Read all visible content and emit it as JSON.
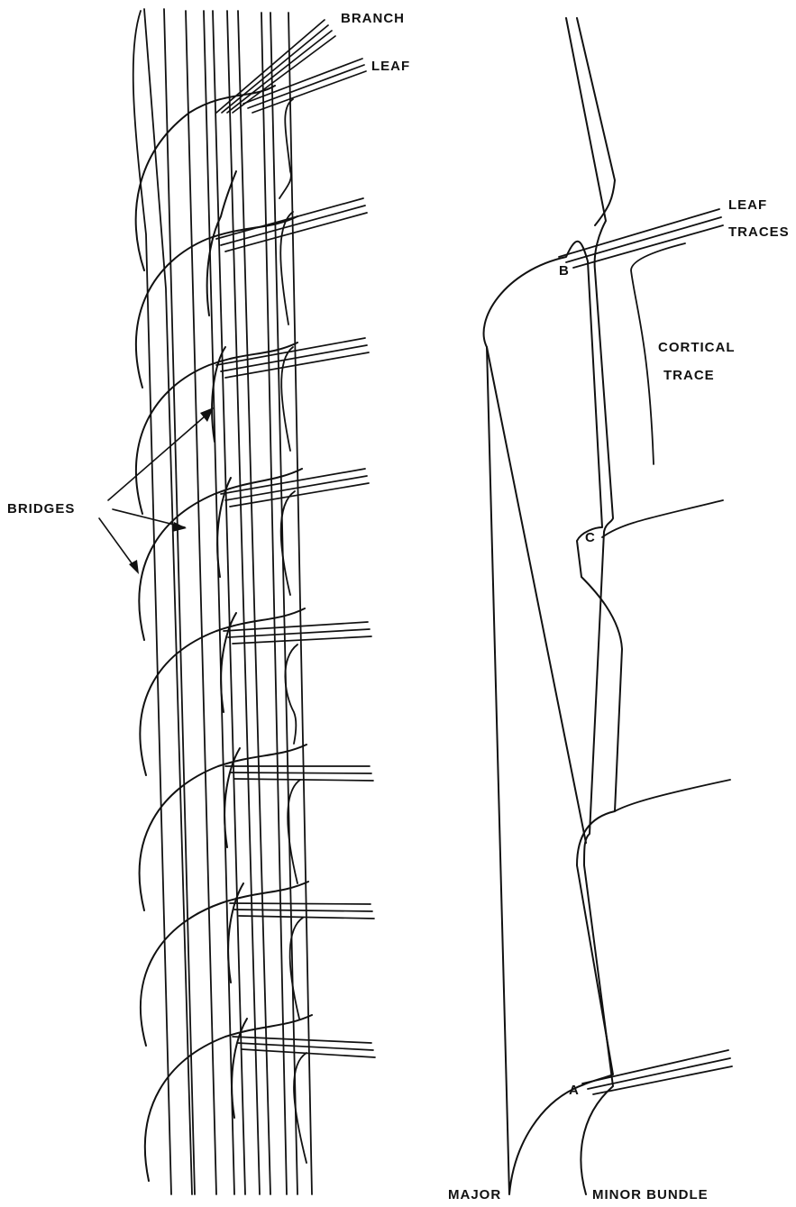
{
  "left_diagram": {
    "labels": {
      "branch": "BRANCH",
      "leaf": "LEAF",
      "bridges": "BRIDGES"
    }
  },
  "right_diagram": {
    "labels": {
      "leaf": "LEAF",
      "traces": "TRACES",
      "cortical": "CORTICAL",
      "trace": "TRACE",
      "point_a": "A",
      "point_b": "B",
      "point_c": "C",
      "major": "MAJOR",
      "minor_bundle": "MINOR BUNDLE"
    }
  },
  "colors": {
    "ink": "#111111",
    "background": "#ffffff"
  }
}
